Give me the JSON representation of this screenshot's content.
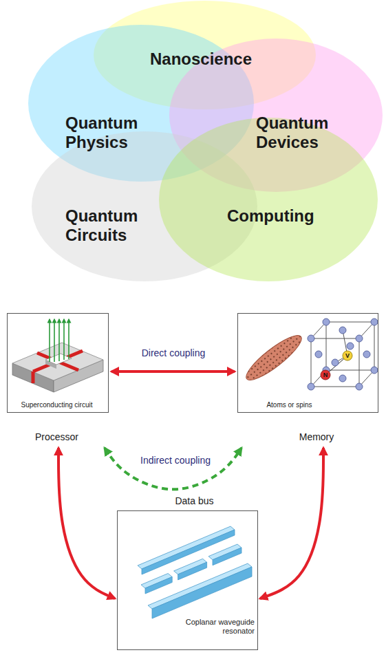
{
  "diagram": {
    "nodes": [
      {
        "text": [
          "Nanoscience"
        ]
      },
      {
        "text": [
          "Quantum Physics"
        ]
      },
      {
        "text": [
          "Quantum Devices"
        ]
      },
      {
        "text": [
          "Quantum Circuits"
        ]
      },
      {
        "text": [
          "Computing"
        ]
      },
      {
        "text": [
          "Superconducting circuit",
          "Processor"
        ]
      },
      {
        "text": [
          "Atoms or spins",
          "Memory"
        ]
      },
      {
        "text": [
          "Data bus",
          "Coplanar waveguide resonator"
        ]
      }
    ],
    "edges": [
      {
        "from": 5,
        "to": 6,
        "arrow": "both",
        "label": "Direct coupling"
      },
      {
        "from": 5,
        "to": 6,
        "arrow": "both",
        "label": "Indirect coupling"
      },
      {
        "from": 5,
        "to": 7,
        "arrow": "both"
      },
      {
        "from": 6,
        "to": 7,
        "arrow": "both"
      }
    ],
    "labels": [
      "N",
      "V"
    ]
  }
}
